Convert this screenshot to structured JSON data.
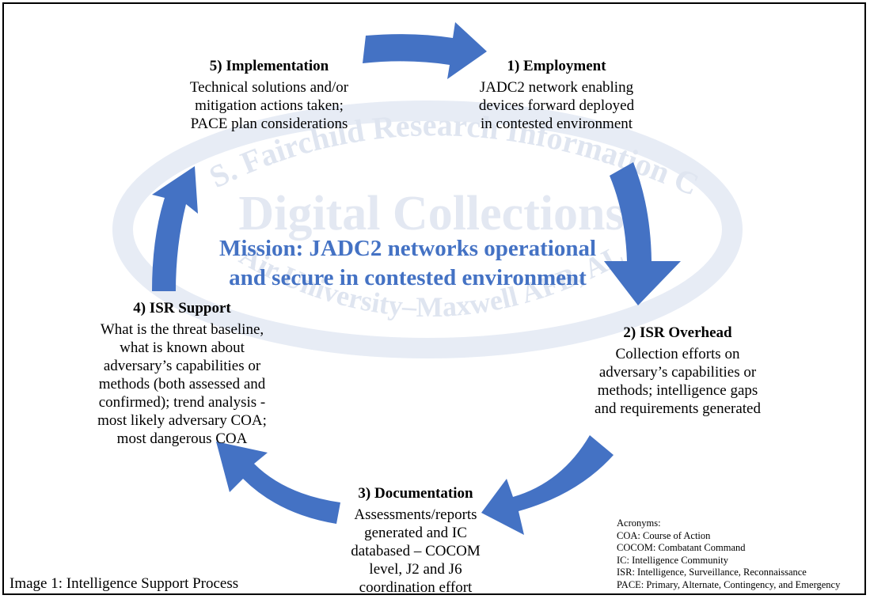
{
  "mission": {
    "line1": "Mission: JADC2 networks operational",
    "line2": "and secure in contested environment"
  },
  "steps": {
    "employment": {
      "title": "1) Employment",
      "lines": [
        "JADC2 network enabling",
        "devices forward deployed",
        "in contested environment"
      ]
    },
    "isr_overhead": {
      "title": "2) ISR Overhead",
      "lines": [
        "Collection efforts on",
        "adversary’s capabilities or",
        "methods; intelligence gaps",
        "and requirements generated"
      ]
    },
    "documentation": {
      "title": "3) Documentation",
      "lines": [
        "Assessments/reports",
        "generated and IC",
        "databased – COCOM",
        "level, J2 and J6",
        "coordination effort"
      ]
    },
    "isr_support": {
      "title": "4) ISR Support",
      "lines": [
        "What is the threat baseline,",
        "what is known about",
        "adversary’s capabilities or",
        "methods (both assessed and",
        "confirmed); trend analysis -",
        "most likely adversary COA;",
        "most dangerous COA"
      ]
    },
    "implementation": {
      "title": "5) Implementation",
      "lines": [
        "Technical solutions and/or",
        "mitigation actions taken;",
        "PACE plan considerations"
      ]
    }
  },
  "caption": "Image 1: Intelligence Support Process",
  "acronyms": {
    "heading": "Acronyms:",
    "items": [
      "COA: Course of Action",
      "COCOM: Combatant Command",
      "IC: Intelligence Community",
      "ISR: Intelligence, Surveillance, Reconnaissance",
      "PACE: Primary, Alternate, Contingency, and Emergency"
    ]
  },
  "watermark": {
    "arc_top": "Muir S. Fairchild Research Information Center",
    "center": "Digital Collections",
    "arc_bottom": "Air University–Maxwell AFB, AL"
  },
  "colors": {
    "arrow": "#4472c4",
    "mission_text": "#4472c4",
    "watermark": "#c9d3e6"
  }
}
